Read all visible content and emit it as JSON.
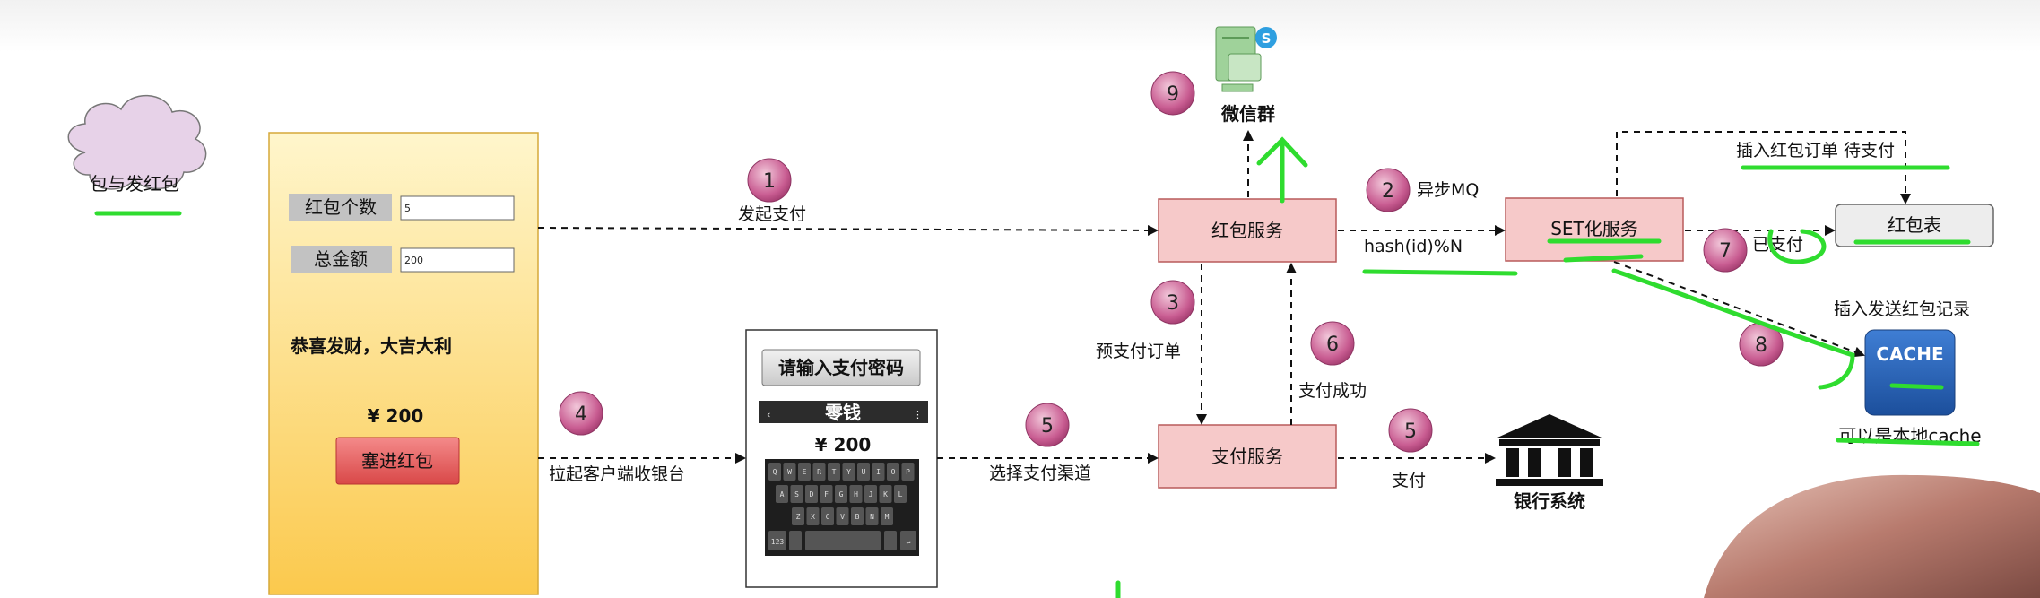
{
  "cloud": {
    "label": "包与发红包"
  },
  "phone_panel": {
    "count_label": "红包个数",
    "count_value": "5",
    "amount_label": "总金额",
    "amount_value": "200",
    "greeting": "恭喜发财，大吉大利",
    "price": "¥ 200",
    "button_label": "塞进红包"
  },
  "cashier": {
    "title": "请输入支付密码",
    "header": "零钱",
    "price": "¥ 200",
    "keyboard_rows": [
      [
        "Q",
        "W",
        "E",
        "R",
        "T",
        "Y",
        "U",
        "I",
        "O",
        "P"
      ],
      [
        "A",
        "S",
        "D",
        "F",
        "G",
        "H",
        "J",
        "K",
        "L"
      ],
      [
        "Z",
        "X",
        "C",
        "V",
        "B",
        "N",
        "M"
      ]
    ],
    "key_123": "123"
  },
  "nodes": {
    "red_packet_service": "红包服务",
    "pay_service": "支付服务",
    "set_service": "SET化服务",
    "red_packet_table": "红包表",
    "cache": "CACHE",
    "wechat_group": "微信群",
    "bank": "银行系统"
  },
  "labels": {
    "initiate_pay": "发起支付",
    "async_mq": "异步MQ",
    "hash": "hash(id)%N",
    "pre_pay_order": "预支付订单",
    "launch_cashier": "拉起客户端收银台",
    "choose_channel": "选择支付渠道",
    "pay_success": "支付成功",
    "pay": "支付",
    "insert_order": "插入红包订单 待支付",
    "insert_record": "插入发送红包记录",
    "local_cache": "可以是本地cache",
    "paid_short": "已支付"
  },
  "steps": [
    "1",
    "2",
    "3",
    "4",
    "5",
    "5",
    "6",
    "7",
    "8",
    "9"
  ]
}
